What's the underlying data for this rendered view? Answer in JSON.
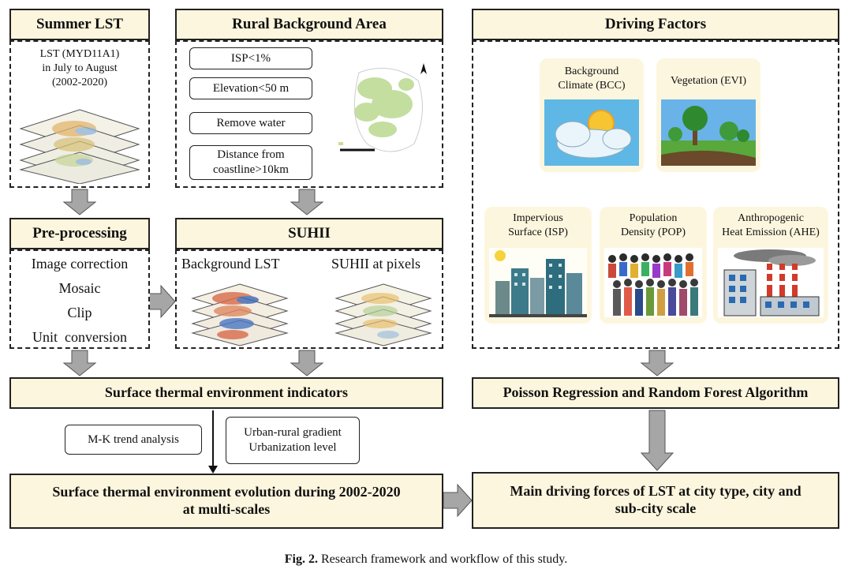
{
  "summer_lst": {
    "title": "Summer LST",
    "desc": "LST (MYD11A1)\nin July to August\n(2002-2020)"
  },
  "rural": {
    "title": "Rural Background Area",
    "criteria": [
      "ISP<1%",
      "Elevation<50  m",
      "Remove  water",
      "Distance  from\ncoastline>10km"
    ]
  },
  "preprocessing": {
    "title": "Pre-processing",
    "steps": [
      "Image correction",
      "Mosaic",
      "Clip",
      "Unit  conversion"
    ]
  },
  "suhii": {
    "title": "SUHII",
    "left_label": "Background LST",
    "right_label": "SUHII at pixels"
  },
  "driving": {
    "title": "Driving Factors",
    "factors": [
      {
        "label": "Background\nClimate  (BCC)",
        "icon": "weather-icon"
      },
      {
        "label": "Vegetation  (EVI)",
        "icon": "tree-icon"
      },
      {
        "label": "Impervious\nSurface  (ISP)",
        "icon": "city-icon"
      },
      {
        "label": "Population\nDensity  (POP)",
        "icon": "crowd-icon"
      },
      {
        "label": "Anthropogenic\nHeat Emission (AHE)",
        "icon": "factory-icon"
      }
    ]
  },
  "indicators": {
    "title": "Surface thermal environment indicators"
  },
  "mk": {
    "label": "M-K trend analysis"
  },
  "gradient": {
    "label": "Urban-rural  gradient\nUrbanization  level"
  },
  "evolution": {
    "title": "Surface thermal environment evolution during 2002-2020\nat multi-scales"
  },
  "poisson": {
    "title": "Poisson Regression and Random Forest Algorithm"
  },
  "main_forces": {
    "title": "Main driving  forces of LST at city type, city and\nsub-city scale"
  },
  "caption": {
    "fig": "Fig. 2.",
    "text": " Research framework and workflow of this study."
  },
  "colors": {
    "header_fill": "#fdf6de",
    "arrow_fill": "#a6a6a6",
    "border": "#222222"
  }
}
